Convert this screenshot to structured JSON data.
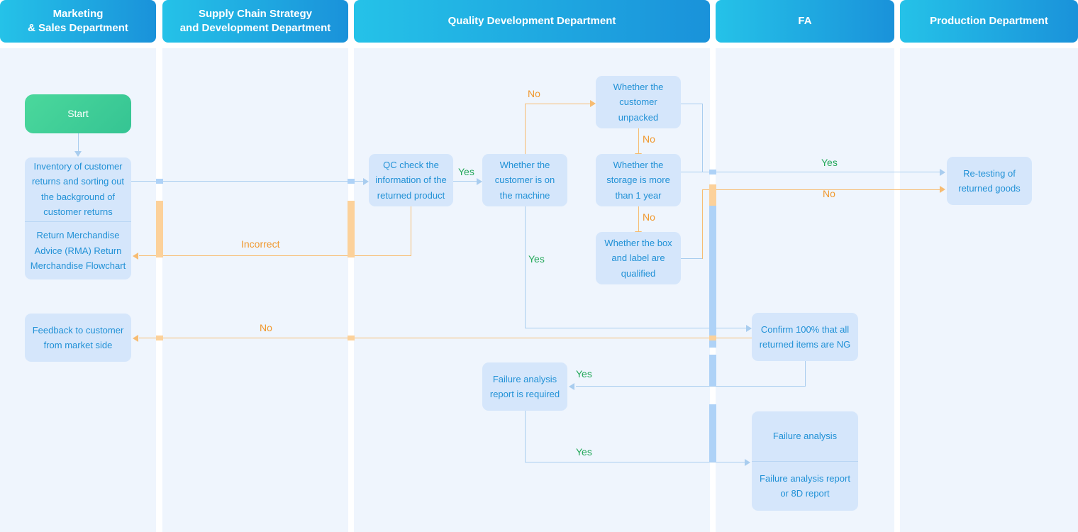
{
  "lanes": [
    {
      "title": "Marketing\n& Sales Department"
    },
    {
      "title": "Supply Chain Strategy\nand Development Department"
    },
    {
      "title": "Quality Development Department"
    },
    {
      "title": "FA"
    },
    {
      "title": "Production Department"
    }
  ],
  "nodes": {
    "start": "Start",
    "inventory": "Inventory of customer returns and sorting out the background of customer returns",
    "rma": "Return Merchandise Advice (RMA) Return Merchandise Flowchart",
    "feedback": "Feedback to customer from market side",
    "qc_check": "QC check the information of the returned product",
    "on_machine": "Whether the customer is on the machine",
    "unpacked": "Whether the customer unpacked",
    "storage": "Whether the storage is more than 1 year",
    "box_label": "Whether the box and label are qualified",
    "fa_report_required": "Failure analysis report is required",
    "confirm_ng": "Confirm 100% that all returned items are NG",
    "failure_analysis": "Failure analysis",
    "failure_report_8d": "Failure analysis report or 8D report",
    "retesting": "Re-testing of returned goods"
  },
  "edge_labels": {
    "qc_yes": "Yes",
    "unpacked_no": "No",
    "storage_no": "No",
    "boxlabel_no": "No",
    "machine_no": "No",
    "machine_yes": "Yes",
    "incorrect": "Incorrect",
    "feedback_no": "No",
    "retest_yes": "Yes",
    "retest_no": "No",
    "fa_required_yes": "Yes",
    "fa_bottom_yes": "Yes"
  },
  "colors": {
    "lane_bg": "#eff5fd",
    "lane_header_from": "#25c2e8",
    "lane_header_to": "#1a92da",
    "node_bg": "#d5e6fb",
    "node_text": "#2191d6",
    "start_bg": "#3ecf98",
    "yes_label": "#24a85a",
    "no_label": "#f0982e",
    "blue_connector": "#a9cdef",
    "orange_connector": "#f7bc72"
  }
}
